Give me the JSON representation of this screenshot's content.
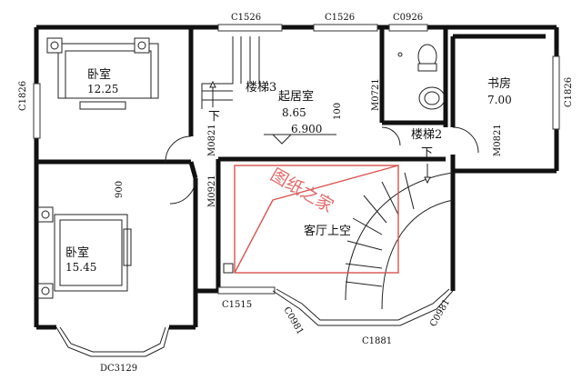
{
  "rooms": {
    "bedroom_top": {
      "name": "卧室",
      "area": "12.25"
    },
    "bedroom_bottom": {
      "name": "卧室",
      "area": "15.45"
    },
    "living": {
      "name": "起居室",
      "area": "8.65",
      "elevation": "6.900"
    },
    "study": {
      "name": "书房",
      "area": "7.00"
    },
    "void": {
      "name": "客厅上空"
    }
  },
  "stairs": {
    "stair3": "楼梯3",
    "stair2": "楼梯2",
    "down": "下"
  },
  "windows": {
    "c1526_a": "C1526",
    "c1526_b": "C1526",
    "c0926": "C0926",
    "c1826_left": "C1826",
    "c1826_right": "C1826",
    "c1515": "C1515",
    "c0981_left": "C0981",
    "c1881": "C1881",
    "c0981_right": "C0981",
    "dc3129": "DC3129"
  },
  "doors": {
    "m0821_a": "M0821",
    "m0921": "M0921",
    "m0721": "M0721",
    "m0821_b": "M0821"
  },
  "dims": {
    "d900": "900",
    "d100": "100"
  },
  "watermark": "图纸之家"
}
